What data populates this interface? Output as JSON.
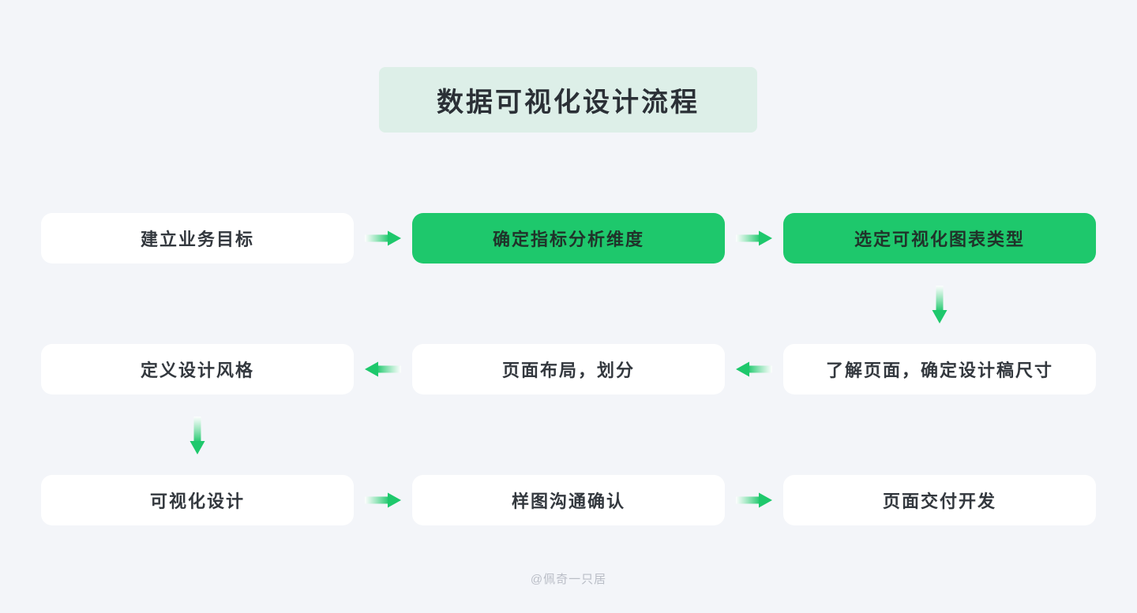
{
  "page": {
    "title": "数据可视化设计流程",
    "watermark": "@佩奇一只居"
  },
  "colors": {
    "background": "#f3f5f9",
    "title_background": "#ddefe8",
    "accent_green": "#1ec86c",
    "node_white": "#ffffff",
    "text_dark": "#33383e",
    "text_on_green": "#20332a",
    "watermark_gray": "#b9bdc6"
  },
  "flow": {
    "nodes": [
      {
        "label": "建立业务目标",
        "variant": "white",
        "row": 1,
        "col": 1
      },
      {
        "label": "确定指标分析维度",
        "variant": "green",
        "row": 1,
        "col": 2
      },
      {
        "label": "选定可视化图表类型",
        "variant": "green",
        "row": 1,
        "col": 3
      },
      {
        "label": "定义设计风格",
        "variant": "white",
        "row": 2,
        "col": 1
      },
      {
        "label": "页面布局，划分",
        "variant": "white",
        "row": 2,
        "col": 2
      },
      {
        "label": "了解页面，确定设计稿尺寸",
        "variant": "white",
        "row": 2,
        "col": 3
      },
      {
        "label": "可视化设计",
        "variant": "white",
        "row": 3,
        "col": 1
      },
      {
        "label": "样图沟通确认",
        "variant": "white",
        "row": 3,
        "col": 2
      },
      {
        "label": "页面交付开发",
        "variant": "white",
        "row": 3,
        "col": 3
      }
    ],
    "edges": [
      {
        "from": "建立业务目标",
        "to": "确定指标分析维度",
        "direction": "right"
      },
      {
        "from": "确定指标分析维度",
        "to": "选定可视化图表类型",
        "direction": "right"
      },
      {
        "from": "选定可视化图表类型",
        "to": "了解页面，确定设计稿尺寸",
        "direction": "down"
      },
      {
        "from": "了解页面，确定设计稿尺寸",
        "to": "页面布局，划分",
        "direction": "left"
      },
      {
        "from": "页面布局，划分",
        "to": "定义设计风格",
        "direction": "left"
      },
      {
        "from": "定义设计风格",
        "to": "可视化设计",
        "direction": "down"
      },
      {
        "from": "可视化设计",
        "to": "样图沟通确认",
        "direction": "right"
      },
      {
        "from": "样图沟通确认",
        "to": "页面交付开发",
        "direction": "right"
      }
    ]
  }
}
